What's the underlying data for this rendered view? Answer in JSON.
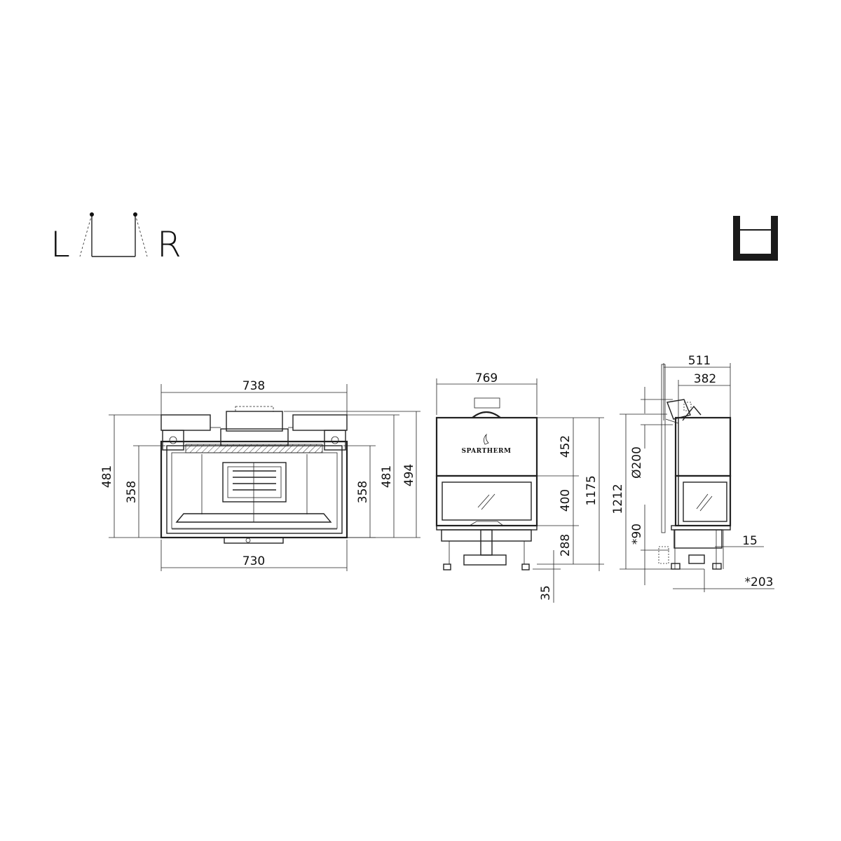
{
  "legend": {
    "left_letter": "L",
    "right_letter": "R"
  },
  "brand": {
    "name": "SPARTHERM"
  },
  "front_view": {
    "top_width": "738",
    "bottom_width": "730",
    "left_outer_height": "481",
    "left_inner_height": "358",
    "right_inner_height": "358",
    "right_outer_height": "481",
    "right_total_height": "494"
  },
  "side_view": {
    "width": "769",
    "upper_section": "452",
    "glass_section": "400",
    "base_section": "288",
    "total_height": "1175",
    "foot_height": "35"
  },
  "depth_view": {
    "total_depth": "511",
    "inner_depth": "382",
    "flue_diameter": "Ø200",
    "total_height": "1212",
    "opt_height": "*90",
    "offset": "15",
    "opt_depth": "*203"
  },
  "colors": {
    "line": "#222222",
    "icon": "#1a1a1a"
  }
}
